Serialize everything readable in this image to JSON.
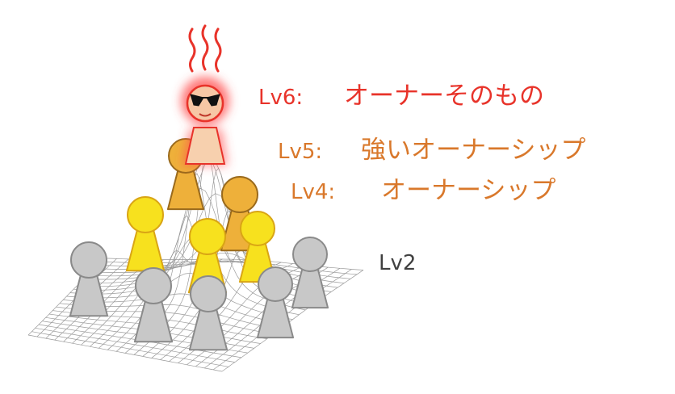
{
  "levels": {
    "lv6": {
      "level": "Lv6:",
      "text": "オーナーそのもの"
    },
    "lv5": {
      "level": "Lv5:",
      "text": "強いオーナーシップ"
    },
    "lv4": {
      "level": "Lv4:",
      "text": "オーナーシップ"
    },
    "lv2": {
      "level": "Lv2"
    }
  },
  "colors": {
    "lv6": "#e8332a",
    "lv5": "#d9782b",
    "lv4": "#d9782b",
    "lv2": "#404040",
    "figure_gray": "#c8c8c8",
    "figure_gray_stroke": "#8a8a8a",
    "figure_yellow": "#f7e11e",
    "figure_yellow_stroke": "#d9a515",
    "figure_orange": "#eeb03a",
    "figure_orange_stroke": "#9a6a1c",
    "owner_body": "#f7d0ae",
    "owner_glow": "#ff5a5a",
    "mesh": "#9a9a9a"
  },
  "icons": {
    "steam": "steam-wave-icon",
    "sunglasses": "sunglasses-icon",
    "person": "person-figure-icon"
  }
}
